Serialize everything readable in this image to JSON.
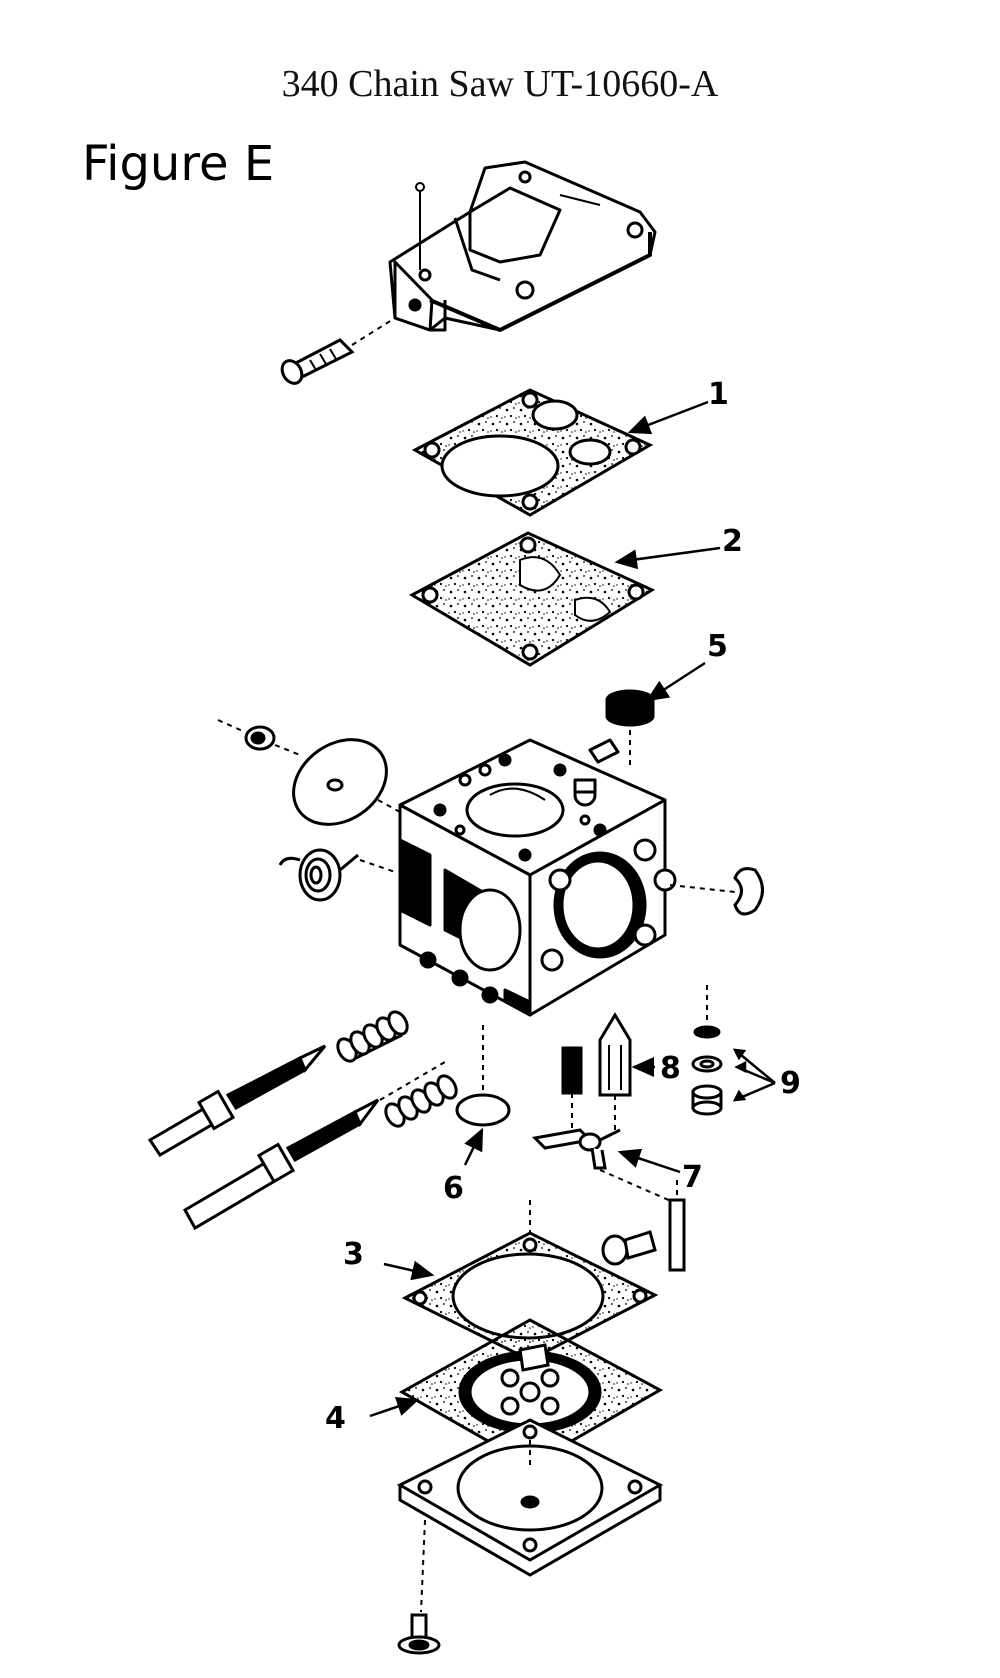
{
  "title": "340 Chain Saw UT-10660-A",
  "figure_label": "Figure E",
  "callouts": [
    {
      "id": "1",
      "label": "1"
    },
    {
      "id": "2",
      "label": "2"
    },
    {
      "id": "3",
      "label": "3"
    },
    {
      "id": "4",
      "label": "4"
    },
    {
      "id": "5",
      "label": "5"
    },
    {
      "id": "6",
      "label": "6"
    },
    {
      "id": "7",
      "label": "7"
    },
    {
      "id": "8",
      "label": "8"
    },
    {
      "id": "9",
      "label": "9"
    }
  ]
}
